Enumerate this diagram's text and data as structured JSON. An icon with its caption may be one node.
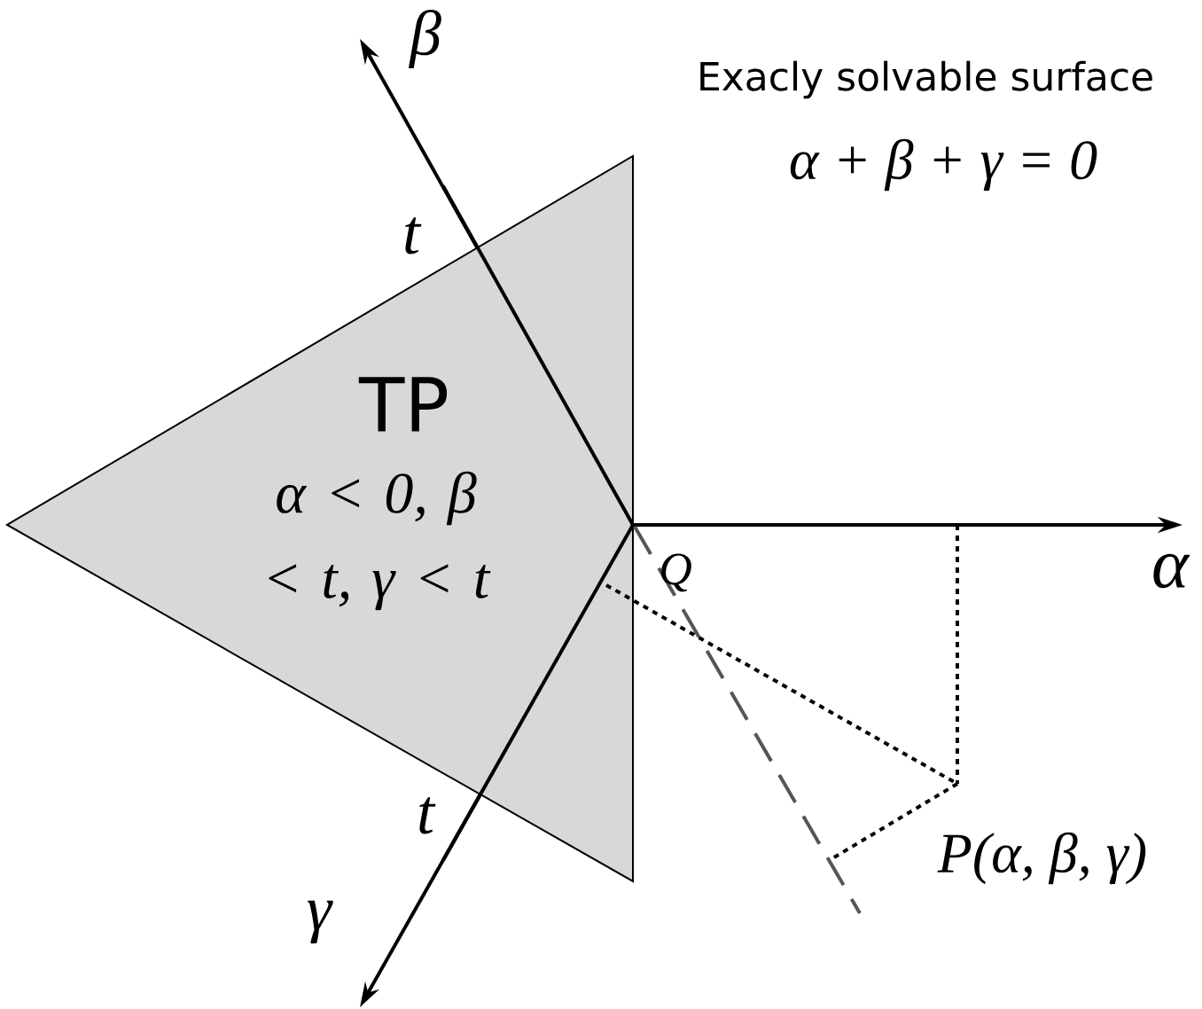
{
  "diagram": {
    "nodes": [
      {
        "text": [
          "TP",
          "α < 0, β < t,  γ < t"
        ]
      }
    ],
    "labels": [
      "β",
      "Exacly solvable surface",
      "α + β + γ = 0",
      "t",
      "α",
      "Q",
      "t",
      "γ",
      "P(α, β, γ)"
    ]
  }
}
